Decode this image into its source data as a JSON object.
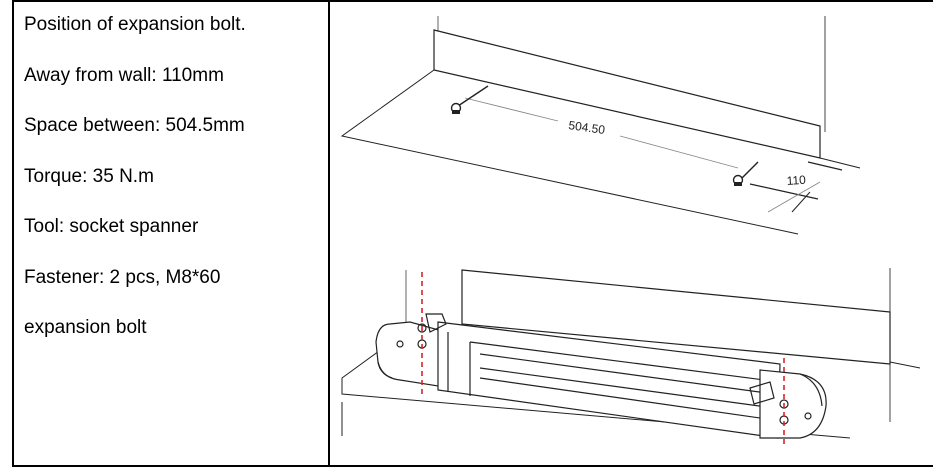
{
  "spec_lines": [
    "Position of expansion bolt.",
    "Away from wall: 110mm",
    "Space between: 504.5mm",
    "Torque: 35 N.m",
    "Tool: socket spanner",
    "Fastener: 2 pcs, M8*60",
    "expansion bolt"
  ],
  "drawing": {
    "spacing_label": "504.50",
    "wall_offset_label": "110"
  },
  "colors": {
    "line": "#222222",
    "dim_line": "#888888",
    "marker": "#d9232e"
  }
}
